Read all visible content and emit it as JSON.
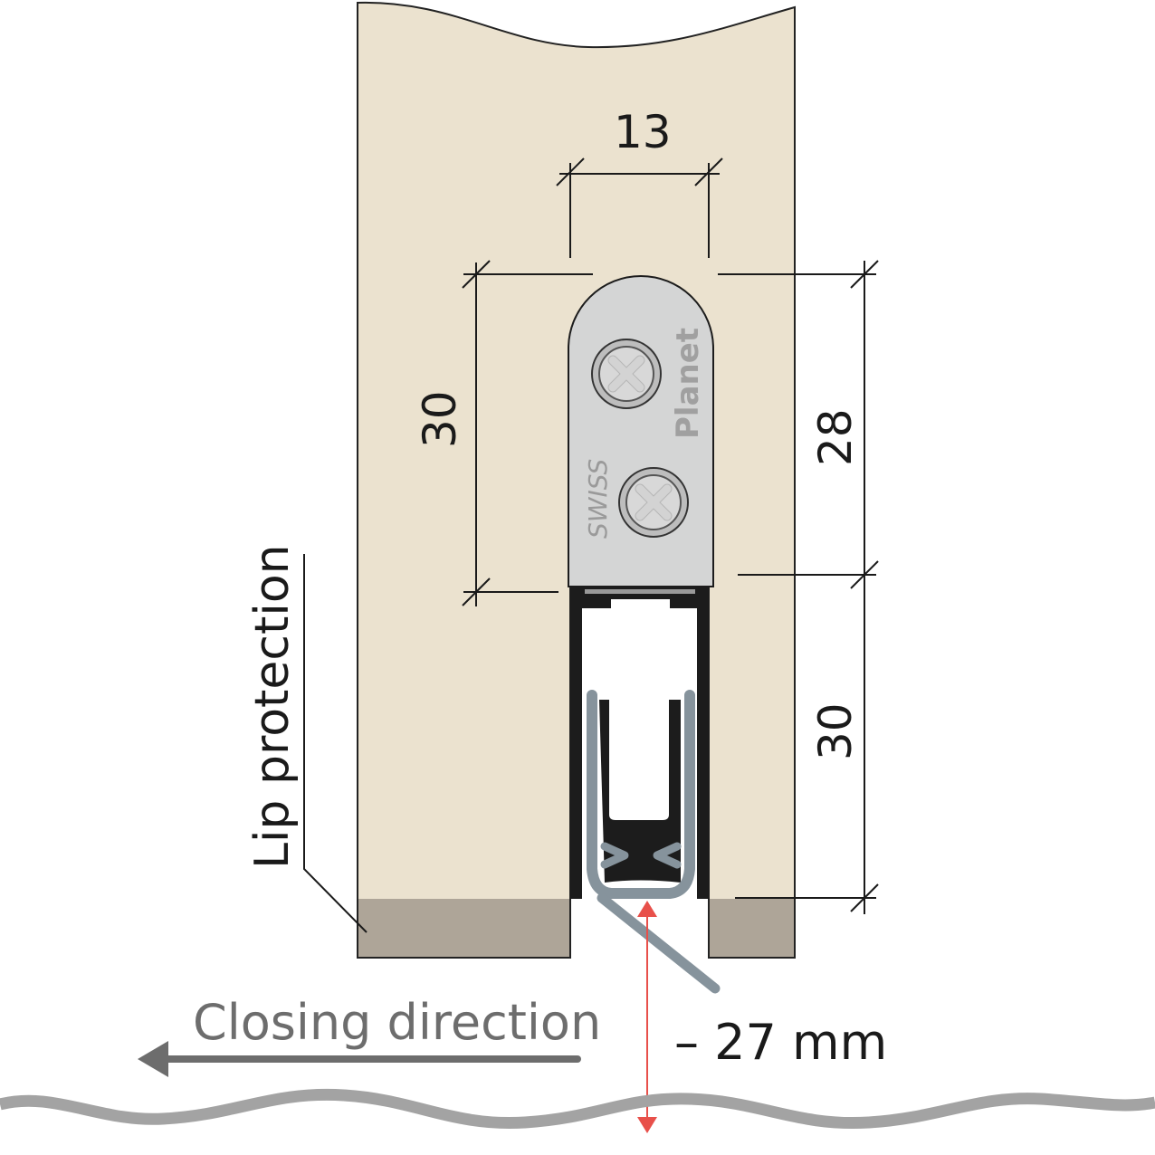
{
  "dimensions": {
    "width_top": "13",
    "plate_height": "30",
    "right_upper": "28",
    "right_lower": "30"
  },
  "labels": {
    "lip_protection": "Lip protection",
    "closing_direction": "Closing direction",
    "drop_distance": "– 27 mm"
  },
  "brand": {
    "swiss": "SWISS",
    "planet": "Planet"
  },
  "colors": {
    "door": "#ebe2cf",
    "lip_protection": "#aea598",
    "plate": "#d4d5d5",
    "seal": "#86939c",
    "arrow": "#e8504a",
    "floor": "#a3a3a3"
  }
}
